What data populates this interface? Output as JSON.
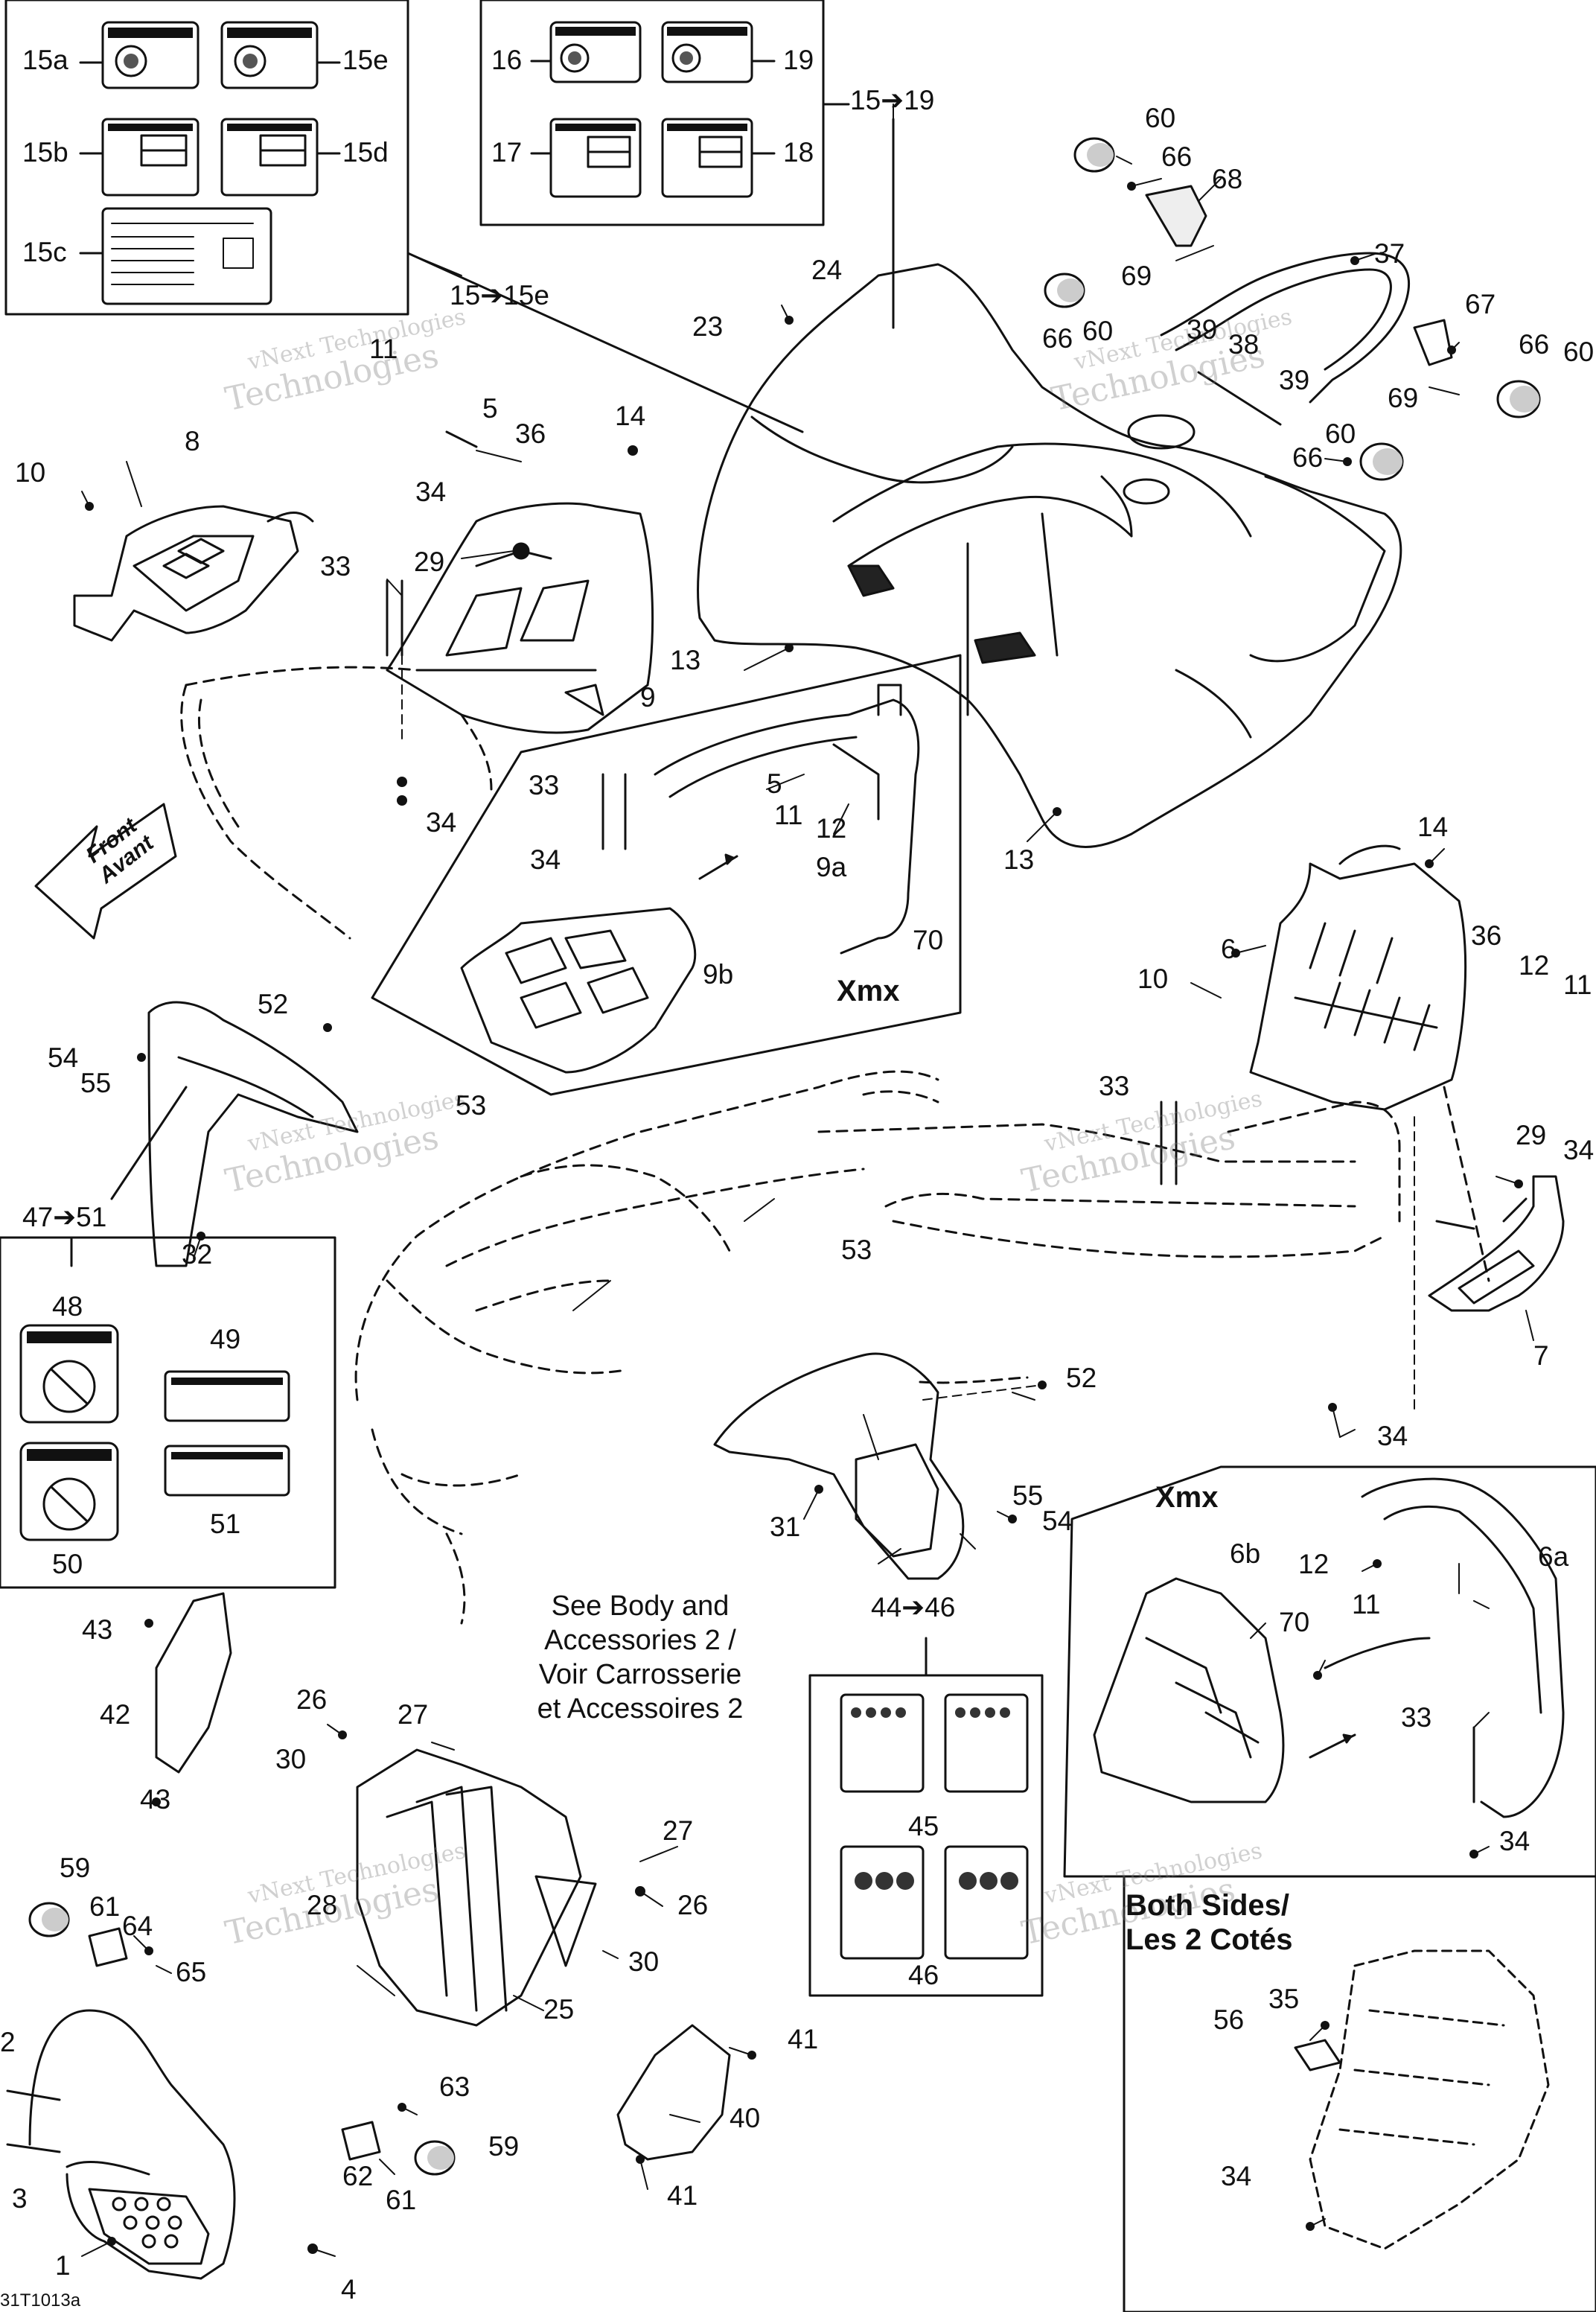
{
  "callouts": [
    {
      "id": "c-15a",
      "text": "15a"
    },
    {
      "id": "c-15e",
      "text": "15e"
    },
    {
      "id": "c-15b",
      "text": "15b"
    },
    {
      "id": "c-15d",
      "text": "15d"
    },
    {
      "id": "c-15c",
      "text": "15c"
    },
    {
      "id": "c-16",
      "text": "16"
    },
    {
      "id": "c-19",
      "text": "19"
    },
    {
      "id": "c-17",
      "text": "17"
    },
    {
      "id": "c-18",
      "text": "18"
    },
    {
      "id": "c-15-19",
      "text": "15➔19"
    },
    {
      "id": "c-15-15e",
      "text": "15➔15e"
    },
    {
      "id": "c-60a",
      "text": "60"
    },
    {
      "id": "c-66a",
      "text": "66"
    },
    {
      "id": "c-68",
      "text": "68"
    },
    {
      "id": "c-37",
      "text": "37"
    },
    {
      "id": "c-69a",
      "text": "69"
    },
    {
      "id": "c-24",
      "text": "24"
    },
    {
      "id": "c-23",
      "text": "23"
    },
    {
      "id": "c-66b",
      "text": "66"
    },
    {
      "id": "c-60b",
      "text": "60"
    },
    {
      "id": "c-39a",
      "text": "39"
    },
    {
      "id": "c-38",
      "text": "38"
    },
    {
      "id": "c-39b",
      "text": "39"
    },
    {
      "id": "c-67",
      "text": "67"
    },
    {
      "id": "c-66c",
      "text": "66"
    },
    {
      "id": "c-60c",
      "text": "60"
    },
    {
      "id": "c-69b",
      "text": "69"
    },
    {
      "id": "c-60d",
      "text": "60"
    },
    {
      "id": "c-66d",
      "text": "66"
    },
    {
      "id": "c-11a",
      "text": "11"
    },
    {
      "id": "c-5a",
      "text": "5"
    },
    {
      "id": "c-36a",
      "text": "36"
    },
    {
      "id": "c-14a",
      "text": "14"
    },
    {
      "id": "c-8",
      "text": "8"
    },
    {
      "id": "c-10a",
      "text": "10"
    },
    {
      "id": "c-34a",
      "text": "34"
    },
    {
      "id": "c-33a",
      "text": "33"
    },
    {
      "id": "c-29a",
      "text": "29"
    },
    {
      "id": "c-13a",
      "text": "13"
    },
    {
      "id": "c-9",
      "text": "9"
    },
    {
      "id": "c-34b",
      "text": "34"
    },
    {
      "id": "c-33b",
      "text": "33"
    },
    {
      "id": "c-5b",
      "text": "5"
    },
    {
      "id": "c-11b",
      "text": "11"
    },
    {
      "id": "c-12a",
      "text": "12"
    },
    {
      "id": "c-34c",
      "text": "34"
    },
    {
      "id": "c-9a",
      "text": "9a"
    },
    {
      "id": "c-70a",
      "text": "70"
    },
    {
      "id": "c-9b",
      "text": "9b"
    },
    {
      "id": "c-13b",
      "text": "13"
    },
    {
      "id": "c-14b",
      "text": "14"
    },
    {
      "id": "c-6",
      "text": "6"
    },
    {
      "id": "c-36b",
      "text": "36"
    },
    {
      "id": "c-12b",
      "text": "12"
    },
    {
      "id": "c-11c",
      "text": "11"
    },
    {
      "id": "c-10b",
      "text": "10"
    },
    {
      "id": "c-33c",
      "text": "33"
    },
    {
      "id": "c-29b",
      "text": "29"
    },
    {
      "id": "c-34d",
      "text": "34"
    },
    {
      "id": "c-52a",
      "text": "52"
    },
    {
      "id": "c-54a",
      "text": "54"
    },
    {
      "id": "c-55a",
      "text": "55"
    },
    {
      "id": "c-53a",
      "text": "53"
    },
    {
      "id": "c-47-51",
      "text": "47➔51"
    },
    {
      "id": "c-32",
      "text": "32"
    },
    {
      "id": "c-53b",
      "text": "53"
    },
    {
      "id": "c-7",
      "text": "7"
    },
    {
      "id": "c-48",
      "text": "48"
    },
    {
      "id": "c-49",
      "text": "49"
    },
    {
      "id": "c-50",
      "text": "50"
    },
    {
      "id": "c-51",
      "text": "51"
    },
    {
      "id": "c-52b",
      "text": "52"
    },
    {
      "id": "c-34e",
      "text": "34"
    },
    {
      "id": "c-31",
      "text": "31"
    },
    {
      "id": "c-55b",
      "text": "55"
    },
    {
      "id": "c-54b",
      "text": "54"
    },
    {
      "id": "c-44-46",
      "text": "44➔46"
    },
    {
      "id": "c-6b",
      "text": "6b"
    },
    {
      "id": "c-12c",
      "text": "12"
    },
    {
      "id": "c-6a",
      "text": "6a"
    },
    {
      "id": "c-11d",
      "text": "11"
    },
    {
      "id": "c-70b",
      "text": "70"
    },
    {
      "id": "c-33d",
      "text": "33"
    },
    {
      "id": "c-34f",
      "text": "34"
    },
    {
      "id": "c-43a",
      "text": "43"
    },
    {
      "id": "c-42",
      "text": "42"
    },
    {
      "id": "c-43b",
      "text": "43"
    },
    {
      "id": "c-26a",
      "text": "26"
    },
    {
      "id": "c-27a",
      "text": "27"
    },
    {
      "id": "c-30a",
      "text": "30"
    },
    {
      "id": "c-27b",
      "text": "27"
    },
    {
      "id": "c-26b",
      "text": "26"
    },
    {
      "id": "c-28",
      "text": "28"
    },
    {
      "id": "c-30b",
      "text": "30"
    },
    {
      "id": "c-25",
      "text": "25"
    },
    {
      "id": "c-45",
      "text": "45"
    },
    {
      "id": "c-46",
      "text": "46"
    },
    {
      "id": "c-59a",
      "text": "59"
    },
    {
      "id": "c-61a",
      "text": "61"
    },
    {
      "id": "c-64",
      "text": "64"
    },
    {
      "id": "c-65",
      "text": "65"
    },
    {
      "id": "c-2",
      "text": "2"
    },
    {
      "id": "c-3",
      "text": "3"
    },
    {
      "id": "c-63",
      "text": "63"
    },
    {
      "id": "c-62",
      "text": "62"
    },
    {
      "id": "c-59b",
      "text": "59"
    },
    {
      "id": "c-61b",
      "text": "61"
    },
    {
      "id": "c-1",
      "text": "1"
    },
    {
      "id": "c-4",
      "text": "4"
    },
    {
      "id": "c-41a",
      "text": "41"
    },
    {
      "id": "c-40",
      "text": "40"
    },
    {
      "id": "c-41b",
      "text": "41"
    },
    {
      "id": "c-56",
      "text": "56"
    },
    {
      "id": "c-35",
      "text": "35"
    },
    {
      "id": "c-34g",
      "text": "34"
    }
  ],
  "variant_labels": {
    "xmx_top": "Xmx",
    "xmx_bottom": "Xmx"
  },
  "front_arrow": {
    "line1": "Front",
    "line2": "Avant"
  },
  "see_note": {
    "line1": "See Body and",
    "line2": "Accessories 2 /",
    "line3": "Voir Carrosserie",
    "line4": "et Accessoires 2"
  },
  "both_sides": {
    "line1": "Both Sides/",
    "line2": "Les 2 Cotés"
  },
  "watermark": {
    "line1": "vNext Technologies",
    "line2": "Technologies"
  },
  "diagram_code": "31T1013a"
}
